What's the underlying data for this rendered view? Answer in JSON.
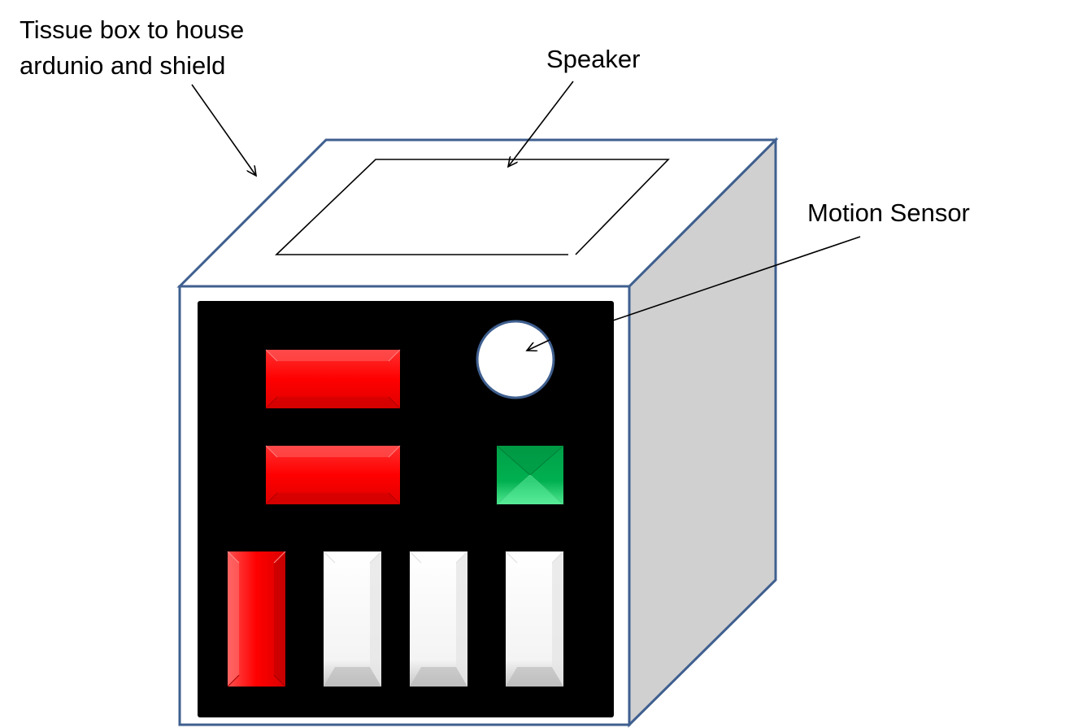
{
  "labels": {
    "tissue_box_line1": "Tissue box to house",
    "tissue_box_line2": "ardunio and shield",
    "speaker": "Speaker",
    "motion_sensor": "Motion Sensor"
  },
  "colors": {
    "box_outline": "#3f5f8f",
    "box_front": "#ffffff",
    "box_side": "#d0d0d0",
    "panel": "#000000",
    "red_button": "#ff0000",
    "green_button": "#00b050",
    "white_button": "#ffffff",
    "sensor": "#ffffff"
  }
}
